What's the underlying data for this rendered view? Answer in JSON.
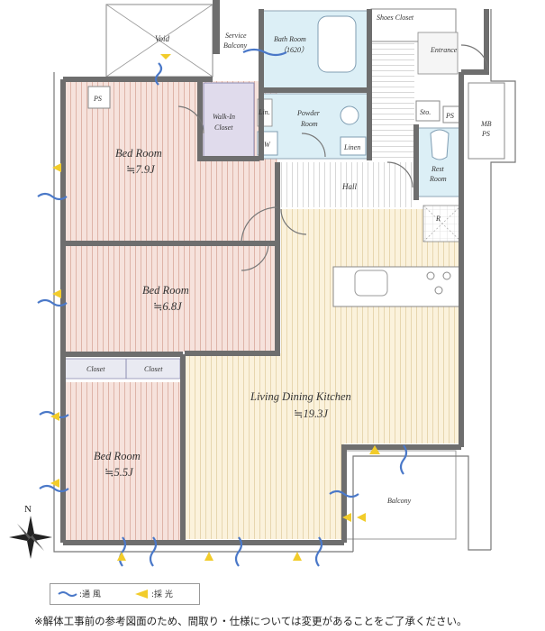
{
  "rooms": {
    "void": "Void",
    "service_balcony_l1": "Service",
    "service_balcony_l2": "Balcony",
    "bath_l1": "Bath Room",
    "bath_l2": "（1620）",
    "shoes_closet": "Shoes Closet",
    "entrance": "Entrance",
    "ps_top_left": "PS",
    "ps_right": "PS",
    "walkin_l1": "Walk-In",
    "walkin_l2": "Closet",
    "lin": "Lin.",
    "powder_l1": "Powder",
    "powder_l2": "Room",
    "w": "W",
    "linen": "Linen",
    "sto": "Sto.",
    "mb": "MB",
    "mb_ps": "PS",
    "rest_l1": "Rest",
    "rest_l2": "Room",
    "hall": "Hall",
    "r": "R",
    "bed1_name": "Bed Room",
    "bed1_size": "≒7.9J",
    "bed2_name": "Bed Room",
    "bed2_size": "≒6.8J",
    "closet1": "Closet",
    "closet2": "Closet",
    "ldk_name": "Living Dining Kitchen",
    "ldk_size": "≒19.3J",
    "bed3_name": "Bed Room",
    "bed3_size": "≒5.5J",
    "balcony": "Balcony"
  },
  "compass": {
    "north": "N"
  },
  "legend": {
    "ventilation": ":通 風",
    "light": ":採 光"
  },
  "note": "※解体工事前の参考図面のため、間取り・仕様については変更があることをご了承ください。",
  "colors": {
    "bedroom_fill": "#f6e2dc",
    "ldk_fill": "#fbf2dc",
    "wet_fill": "#dceff6",
    "closet_fill": "#e0dbec",
    "wall": "#6e6e6e",
    "wind": "#4a78c8",
    "light": "#f2cc2a"
  }
}
